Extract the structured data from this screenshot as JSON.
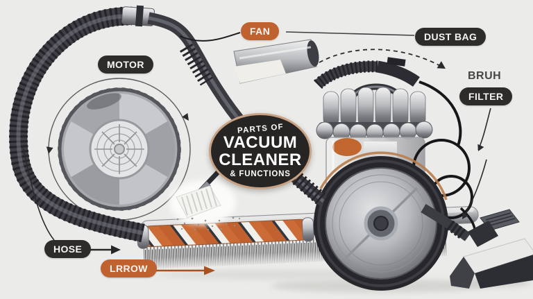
{
  "colors": {
    "background": "#ebebe9",
    "label_dark": "#2d2c2a",
    "label_orange": "#c0622f",
    "arrow_orange": "#a8511f",
    "badge_fill": "#262523",
    "badge_border": "#c9a183",
    "text_light": "#f6f5f3",
    "text_dark": "#474645"
  },
  "badge": {
    "eyebrow": "PARTS OF",
    "title_line1": "VACUUM",
    "title_line2": "CLEANER",
    "subtitle": "& FUNCTIONS"
  },
  "labels": {
    "motor": "MOTOR",
    "fan": "FAN",
    "dust_bag": "DUST BAG",
    "brush": "BRUH",
    "filter": "FILTER",
    "hose": "HOSE",
    "roller_brush": "LRROW"
  }
}
